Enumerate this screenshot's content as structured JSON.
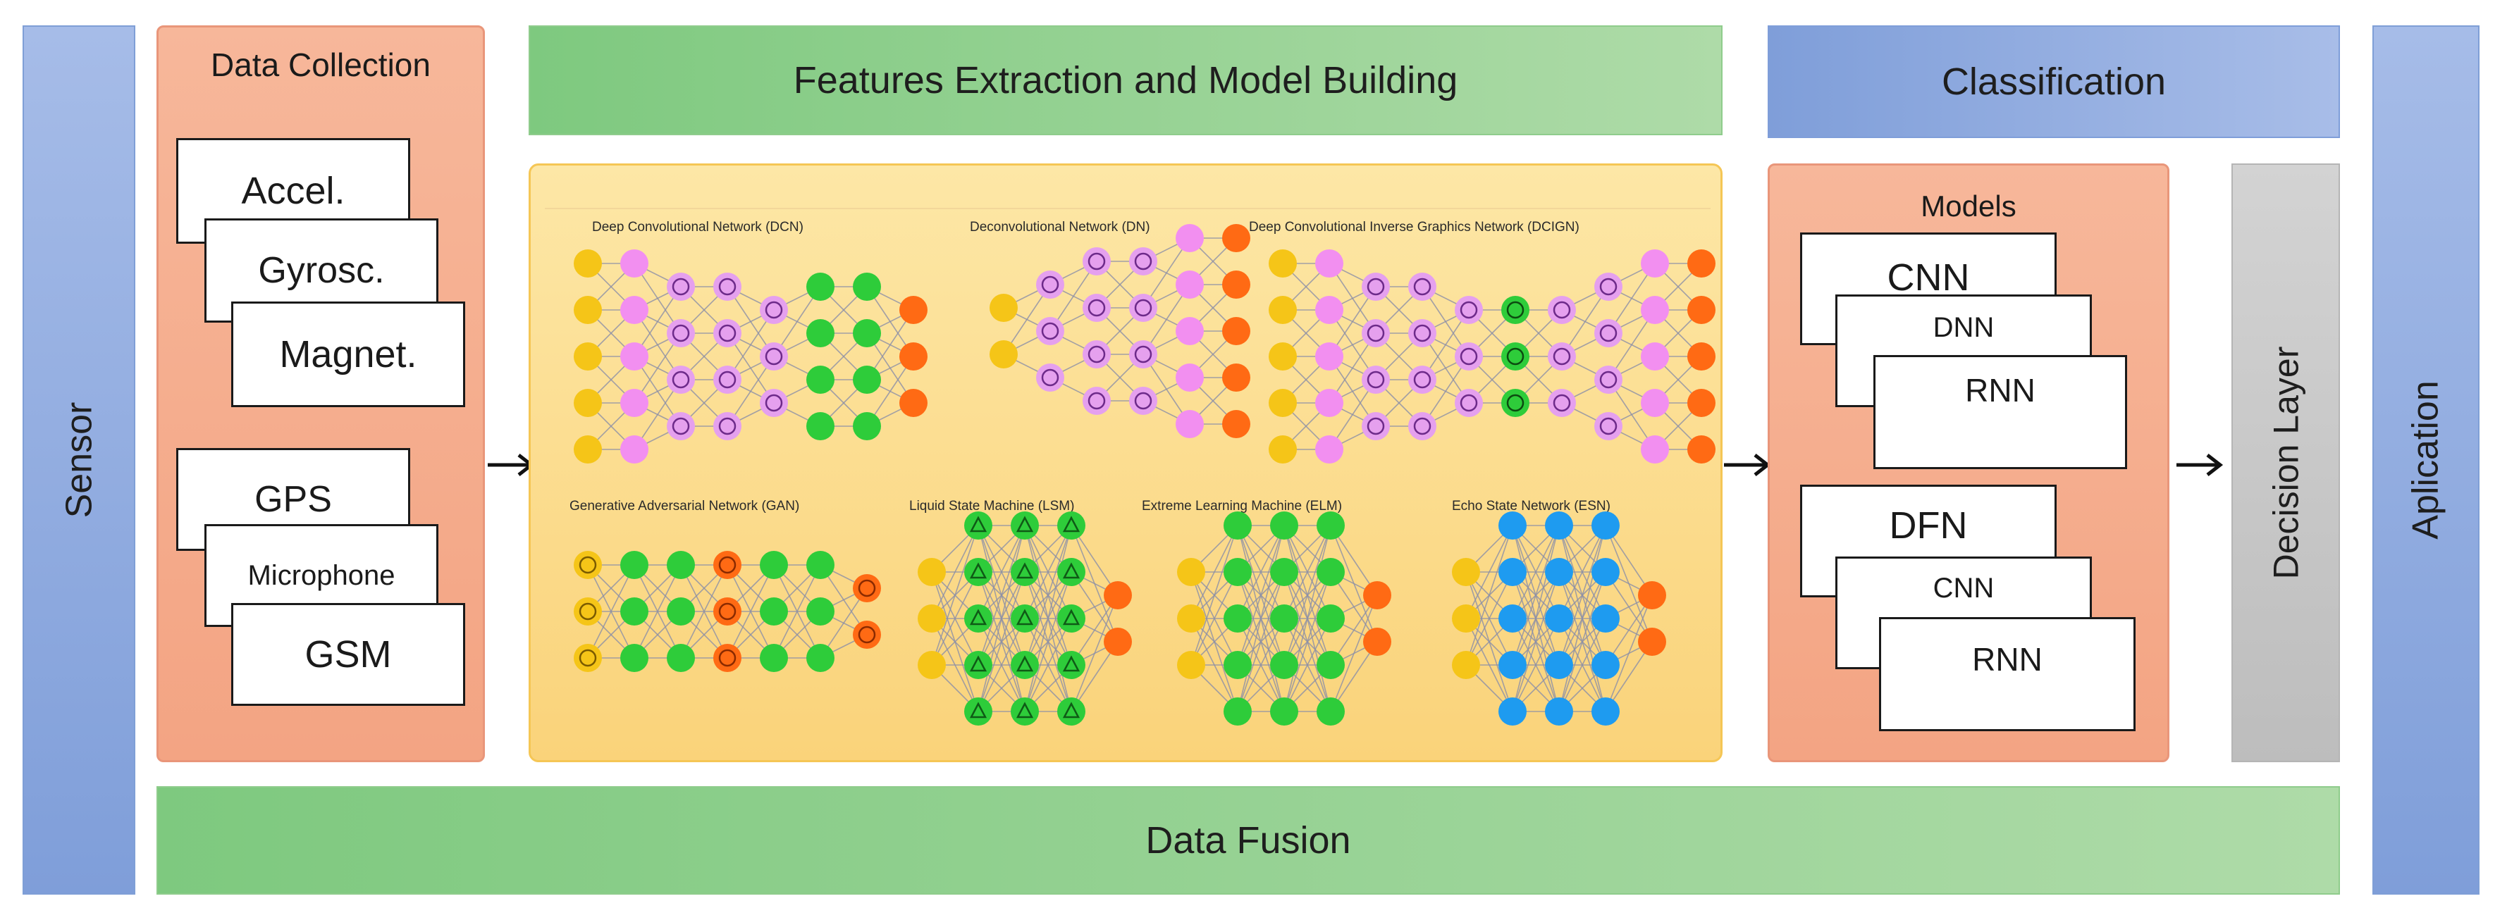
{
  "left_bar": {
    "label": "Sensor"
  },
  "right_bar": {
    "label": "Aplication"
  },
  "data_collection": {
    "title": "Data Collection",
    "motion_cards": [
      "Accel.",
      "Gyrosc.",
      "Magnet."
    ],
    "other_cards": [
      "GPS",
      "Microphone",
      "GSM"
    ]
  },
  "features_header": {
    "label": "Features Extraction and Model Building"
  },
  "classification_header": {
    "label": "Classification"
  },
  "models": {
    "title": "Models",
    "group1": [
      "CNN",
      "DNN",
      "RNN"
    ],
    "group2": [
      "DFN",
      "CNN",
      "RNN"
    ]
  },
  "decision_layer": {
    "label": "Decision Layer"
  },
  "data_fusion": {
    "label": "Data Fusion"
  },
  "networks": {
    "dcn": "Deep Convolutional Network (DCN)",
    "dn": "Deconvolutional Network (DN)",
    "dcign": "Deep Convolutional Inverse Graphics Network (DCIGN)",
    "gan": "Generative Adversarial Network (GAN)",
    "lsm": "Liquid State Machine (LSM)",
    "elm": "Extreme Learning Machine (ELM)",
    "esn": "Echo State Network (ESN)"
  },
  "colors": {
    "input": "#f5c518",
    "kernel": "#f28ff0",
    "conv": "#e5a0ee",
    "hidden": "#2ecc3a",
    "output": "#ff6a14",
    "echo": "#1e9bf0",
    "green_bar": "#8fcc8c",
    "blue_bar": "#7f9ed9",
    "salmon": "#f3a483",
    "yellow_panel": "#fad37a"
  },
  "icons": {
    "arrow": "right-arrow-icon"
  }
}
